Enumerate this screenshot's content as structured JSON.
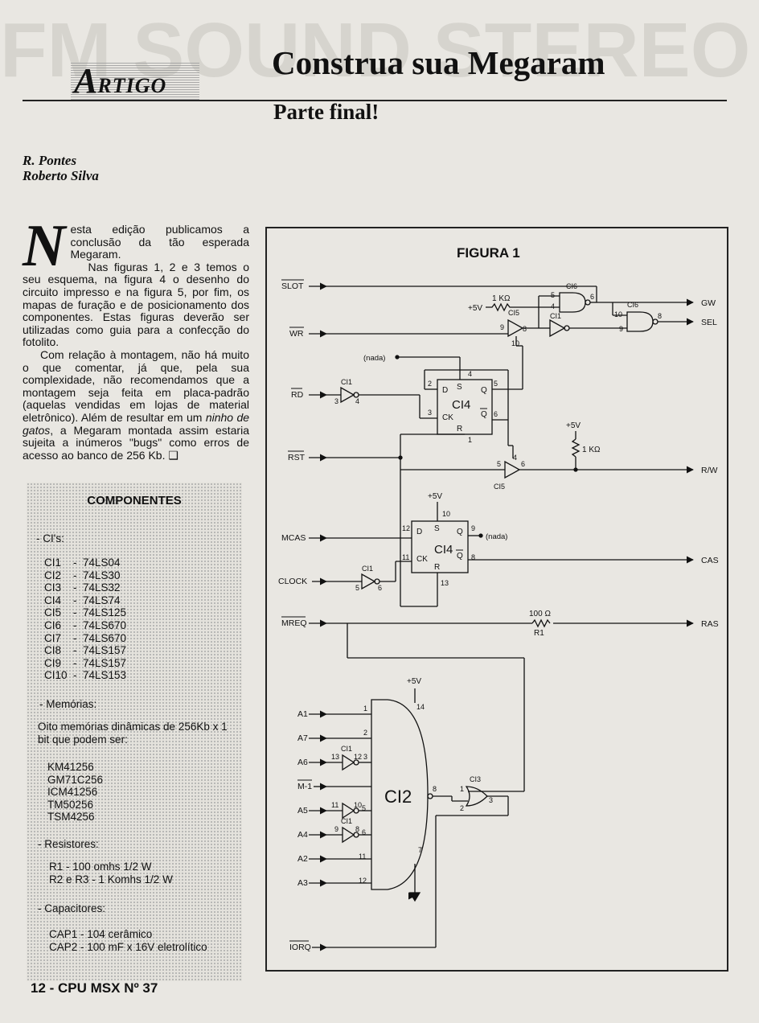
{
  "header": {
    "section": "Artigo",
    "section_initial": "A",
    "section_rest": "RTIGO",
    "title": "Construa sua Megaram",
    "subtitle": "Parte final!"
  },
  "authors": [
    "R. Pontes",
    "Roberto Silva"
  ],
  "article": {
    "dropcap": "N",
    "paragraphs": [
      "esta edição publicamos a conclusão da tão esperada Megaram.",
      "Nas figuras 1, 2 e 3 temos o seu esquema, na figura 4 o desenho do circuito impresso e na figura 5, por fim, os mapas de furação e de posicionamento dos componentes. Estas figuras deverão ser utilizadas como guia para a confecção do fotolito.",
      "Com relação à montagem, não há muito o que comentar, já que, pela sua complexidade, não recomendamos que a montagem seja feita em placa-padrão (aquelas vendidas em lojas de material eletrônico). Além de resultar em um",
      "ninho de gatos",
      ", a Megaram montada assim estaria sujeita a inúmeros \"bugs\" como erros de acesso ao banco de 256 Kb."
    ]
  },
  "components": {
    "title": "COMPONENTES",
    "cis_label": "- CI's:",
    "cis": [
      [
        "CI1",
        "74LS04"
      ],
      [
        "CI2",
        "74LS30"
      ],
      [
        "CI3",
        "74LS32"
      ],
      [
        "CI4",
        "74LS74"
      ],
      [
        "CI5",
        "74LS125"
      ],
      [
        "CI6",
        "74LS670"
      ],
      [
        "CI7",
        "74LS670"
      ],
      [
        "CI8",
        "74LS157"
      ],
      [
        "CI9",
        "74LS157"
      ],
      [
        "CI10",
        "74LS153"
      ]
    ],
    "mem_label": "- Memórias:",
    "mem_text": "Oito memórias dinâmicas de 256Kb x 1 bit que podem ser:",
    "mems": [
      "KM41256",
      "GM71C256",
      "ICM41256",
      "TM50256",
      "TSM4256"
    ],
    "res_label": "- Resistores:",
    "res": [
      "R1 - 100 omhs 1/2 W",
      "R2 e R3 - 1 Komhs 1/2 W"
    ],
    "cap_label": "- Capacitores:",
    "caps": [
      "CAP1 - 104 cerâmico",
      "CAP2 - 100 mF x 16V eletrolítico"
    ]
  },
  "footer": {
    "page": "12 - CPU MSX Nº 37"
  },
  "figure": {
    "title": "FIGURA 1",
    "inputs": [
      "SLOT",
      "WR",
      "RD",
      "RST",
      "MCAS",
      "CLOCK",
      "MREQ",
      "A1",
      "A7",
      "A6",
      "M-1",
      "A5",
      "A4",
      "A2",
      "A3",
      "IORQ"
    ],
    "outputs": [
      "GW",
      "SEL",
      "R/W",
      "CAS",
      "RAS"
    ],
    "labels": {
      "nada1": "(nada)",
      "nada2": "(nada)",
      "v5a": "+5V",
      "v5b": "+5V",
      "v5c": "+5V",
      "v5d": "+5V",
      "r1k_a": "1 KΩ",
      "r1k_b": "1 KΩ",
      "r100": "100 Ω",
      "r1": "R1",
      "ci1": "CI1",
      "ci2": "CI2",
      "ci3": "CI3",
      "ci4": "CI4",
      "ci5": "CI5",
      "ci6": "CI6"
    }
  }
}
